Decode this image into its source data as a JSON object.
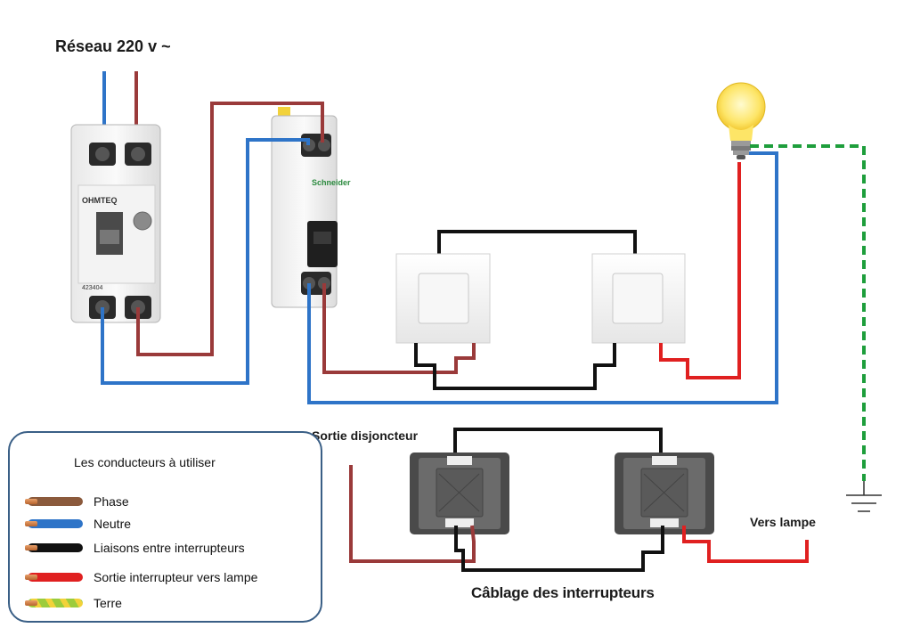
{
  "diagram": {
    "title": "Réseau 220 v ~",
    "labels": {
      "sortie_disjoncteur": "Sortie disjoncteur",
      "vers_lampe": "Vers lampe",
      "cablage": "Câblage des interrupteurs"
    },
    "devices": {
      "differential_brand": "OHMTEQ",
      "differential_id": "423404",
      "breaker_brand": "Schneider"
    },
    "legend": {
      "title": "Les conducteurs à utiliser",
      "items": [
        {
          "label": "Phase",
          "color": "#8b5a3c"
        },
        {
          "label": "Neutre",
          "color": "#2e74c8"
        },
        {
          "label": "Liaisons entre interrupteurs",
          "color": "#111111"
        },
        {
          "label": "Sortie interrupteur vers lampe",
          "color": "#e02020"
        },
        {
          "label": "Terre",
          "color": "#9ccc3c"
        }
      ]
    },
    "wire_colors": {
      "phase": "#9a3a3a",
      "neutre": "#2e74c8",
      "liaison": "#111111",
      "lampe": "#e02020",
      "terre": "#1e9e3c"
    }
  }
}
